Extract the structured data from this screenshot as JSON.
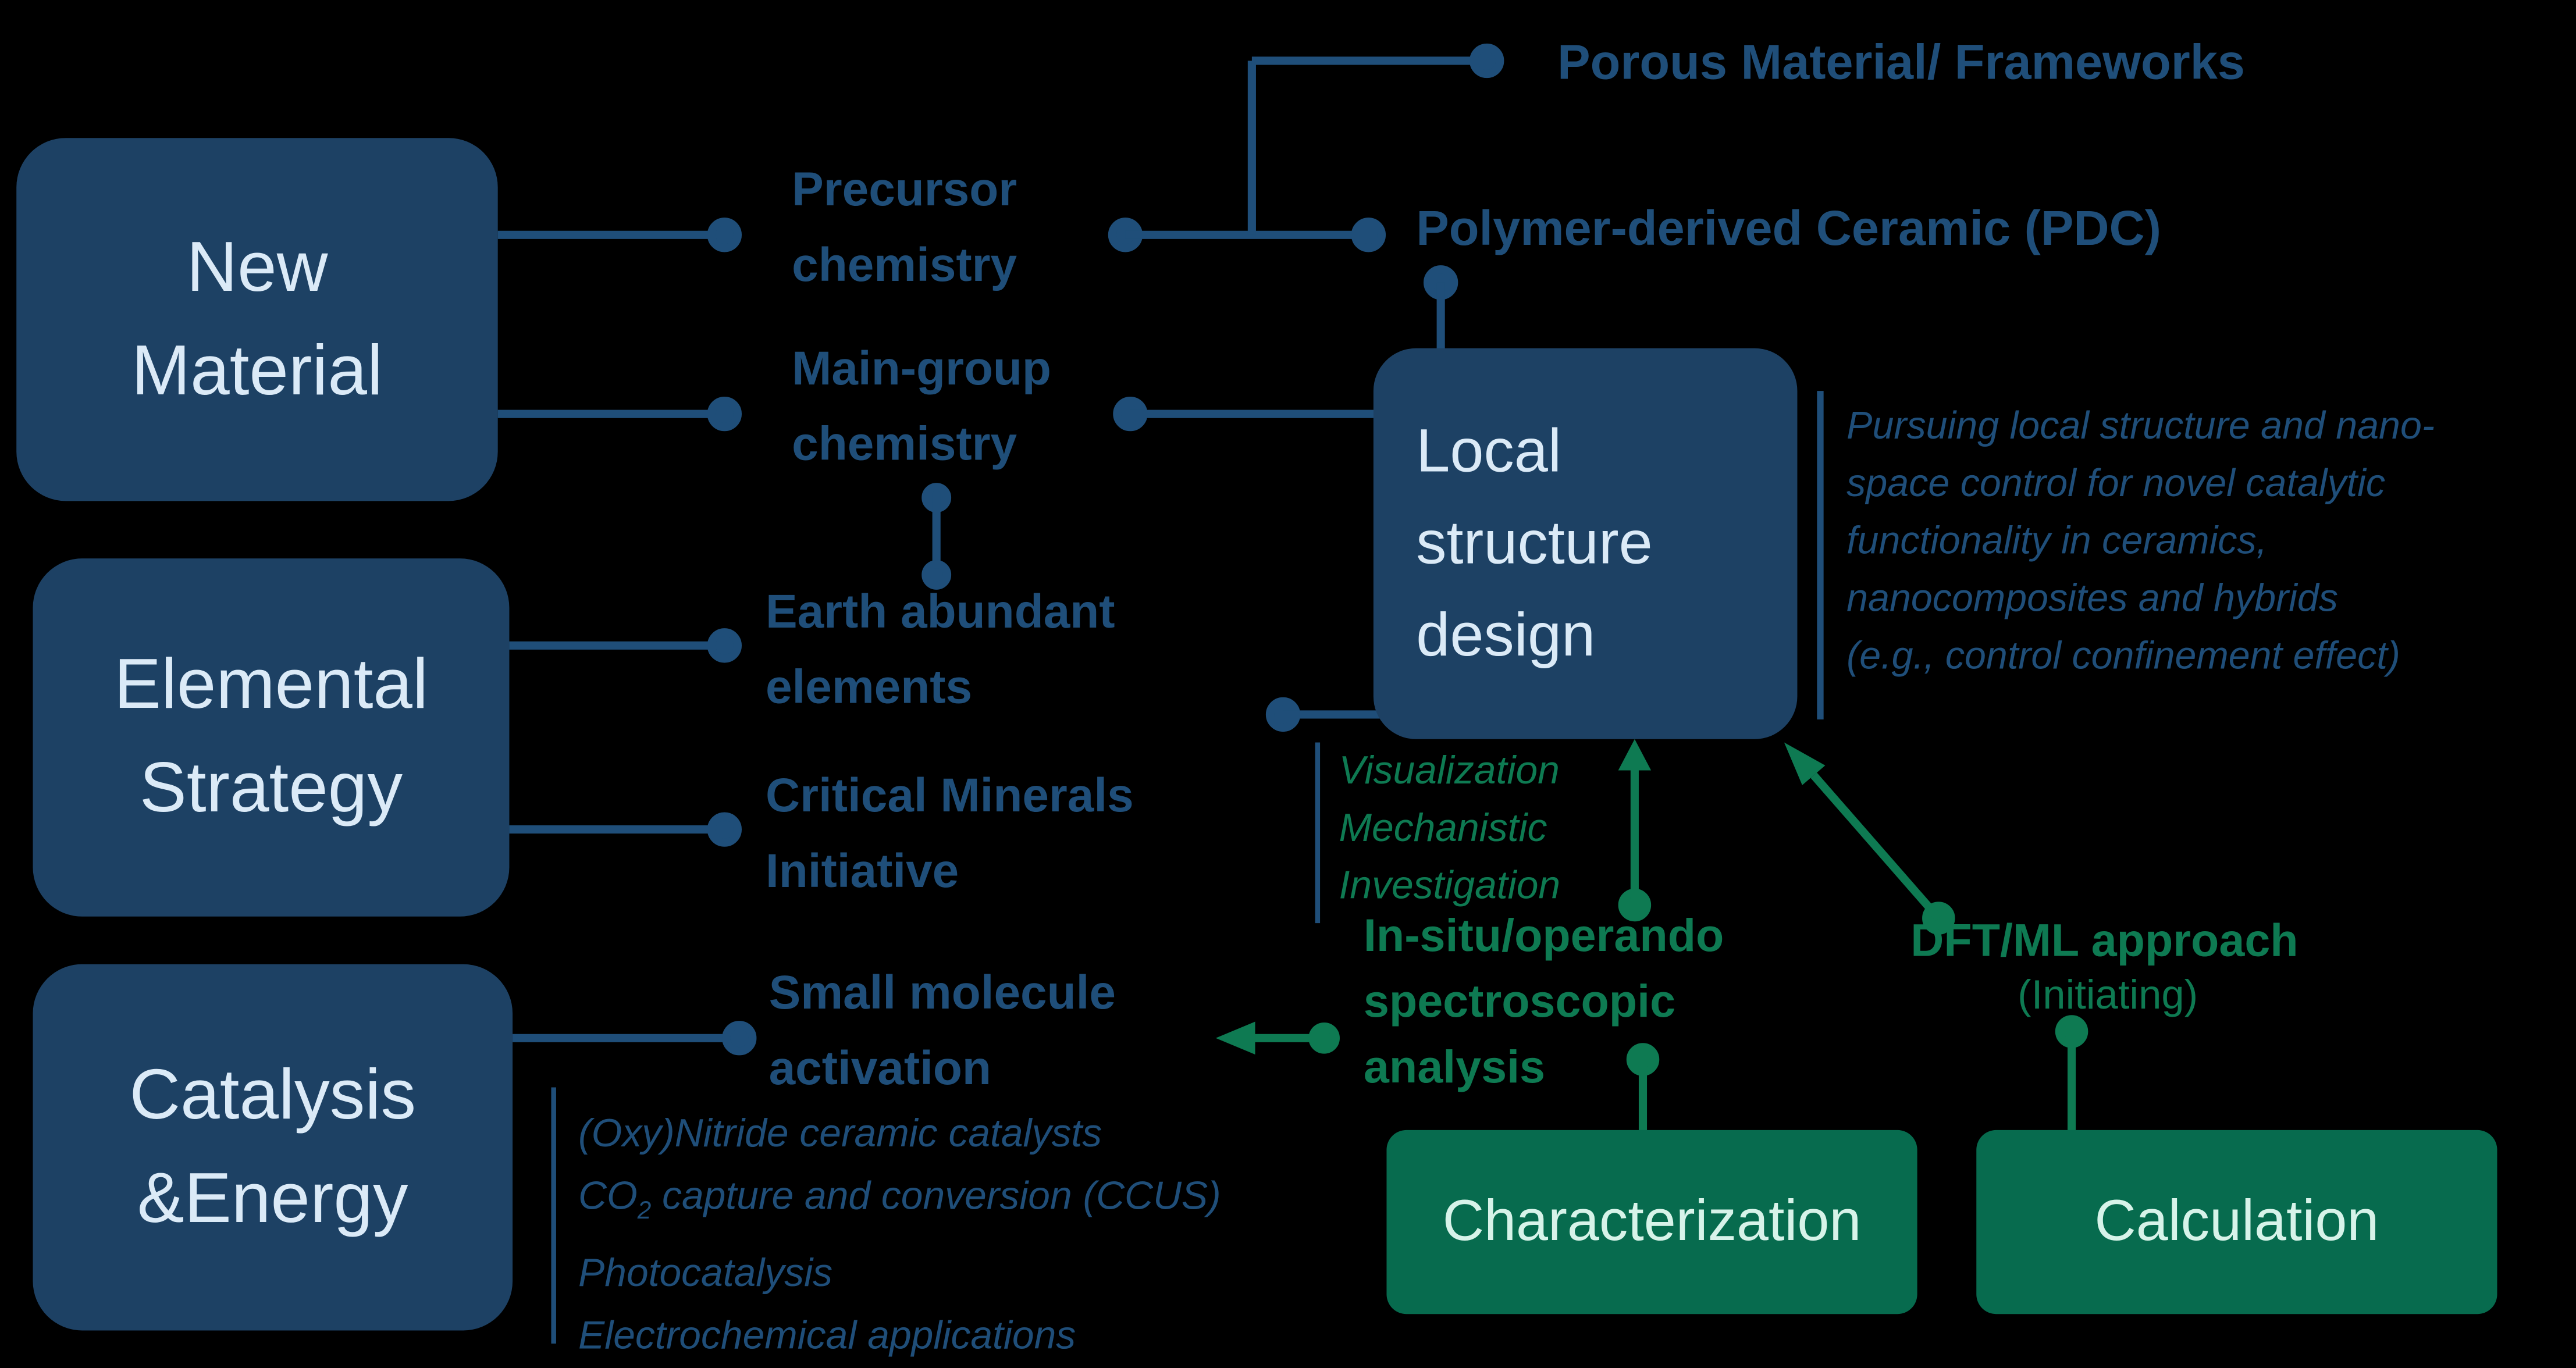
{
  "colors": {
    "background": "#000000",
    "navy_box": "#1d4164",
    "navy_box_text": "#dbeaf7",
    "blue": "#1f4e79",
    "green": "#0e7a52",
    "green_box": "#076b4e",
    "green_box_text": "#d7f3e9"
  },
  "category_boxes": {
    "new_material": {
      "line1": "New",
      "line2": "Material"
    },
    "elemental_strategy": {
      "line1": "Elemental",
      "line2": "Strategy"
    },
    "catalysis_energy": {
      "line1": "Catalysis",
      "line2": "&Energy"
    }
  },
  "topics": {
    "porous": "Porous Material/ Frameworks",
    "pdc": "Polymer-derived Ceramic (PDC)",
    "precursor": {
      "line1": "Precursor",
      "line2": "chemistry"
    },
    "main_group": {
      "line1": "Main-group",
      "line2": "chemistry"
    },
    "earth_abundant": {
      "line1": "Earth abundant",
      "line2": "elements"
    },
    "critical_minerals": {
      "line1": "Critical Minerals",
      "line2": "Initiative"
    },
    "small_molecule": {
      "line1": "Small molecule",
      "line2": "activation"
    }
  },
  "center_box": {
    "line1": "Local",
    "line2": "structure",
    "line3": "design"
  },
  "annotation": {
    "line1": "Pursuing local structure and nano-",
    "line2": "space control for novel catalytic",
    "line3": "functionality in ceramics,",
    "line4": "nanocomposites and hybrids",
    "line5": "(e.g., control confinement effect)"
  },
  "methods": {
    "visualization": {
      "line1": "Visualization",
      "line2": "Mechanistic",
      "line3": "Investigation"
    },
    "insitu": {
      "line1": "In-situ/operando",
      "line2": "spectroscopic",
      "line3": "analysis"
    },
    "dft": {
      "label": "DFT/ML approach",
      "status": "(Initiating)"
    },
    "characterization": "Characterization",
    "calculation": "Calculation"
  },
  "applications": {
    "line1": "(Oxy)Nitride ceramic catalysts",
    "co2_prefix": "CO",
    "co2_sub": "2",
    "co2_rest": " capture and conversion (CCUS)",
    "line3": "Photocatalysis",
    "line4": "Electrochemical applications"
  }
}
